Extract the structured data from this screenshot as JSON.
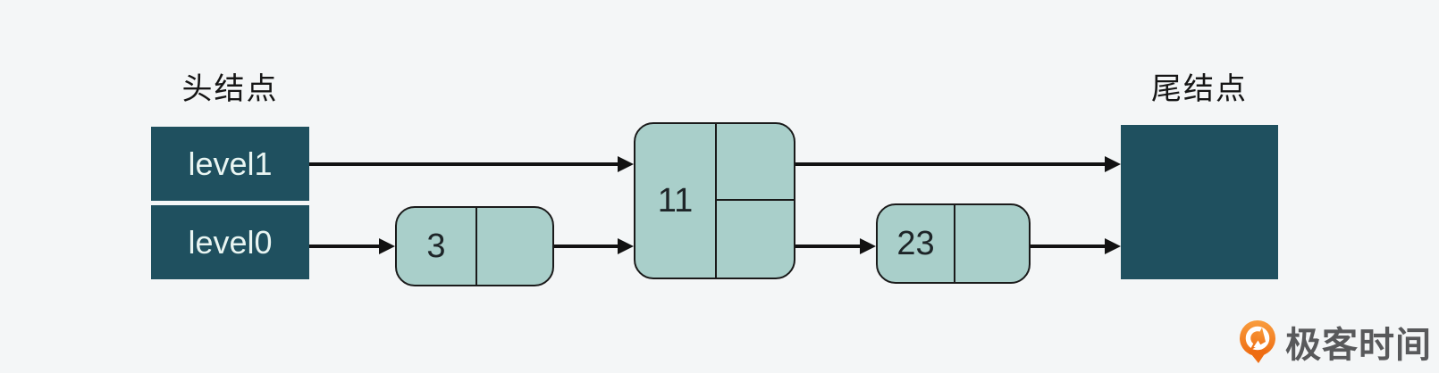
{
  "diagram": {
    "type": "skip-list",
    "head_label": "头结点",
    "tail_label": "尾结点",
    "head_levels": [
      "level1",
      "level0"
    ],
    "nodes": [
      {
        "value": "3",
        "pointer_cells": 1
      },
      {
        "value": "11",
        "pointer_cells": 2
      },
      {
        "value": "23",
        "pointer_cells": 1
      }
    ],
    "edges": [
      {
        "from": "head.level1",
        "to": "node-11"
      },
      {
        "from": "head.level0",
        "to": "node-3"
      },
      {
        "from": "node-3",
        "to": "node-11"
      },
      {
        "from": "node-11.level1",
        "to": "tail"
      },
      {
        "from": "node-11.level0",
        "to": "node-23"
      },
      {
        "from": "node-23",
        "to": "tail"
      }
    ],
    "colors": {
      "background": "#f4f6f7",
      "dark_node_fill": "#1f505f",
      "light_node_fill": "#a9cfca",
      "node_border": "#1a1a1a",
      "arrow": "#121212",
      "level_text": "#e9f5f2",
      "label_text": "#161616"
    }
  },
  "branding": {
    "logo_text": "极客时间",
    "logo_orange": "#ee6c12",
    "logo_text_color": "#58595b"
  }
}
